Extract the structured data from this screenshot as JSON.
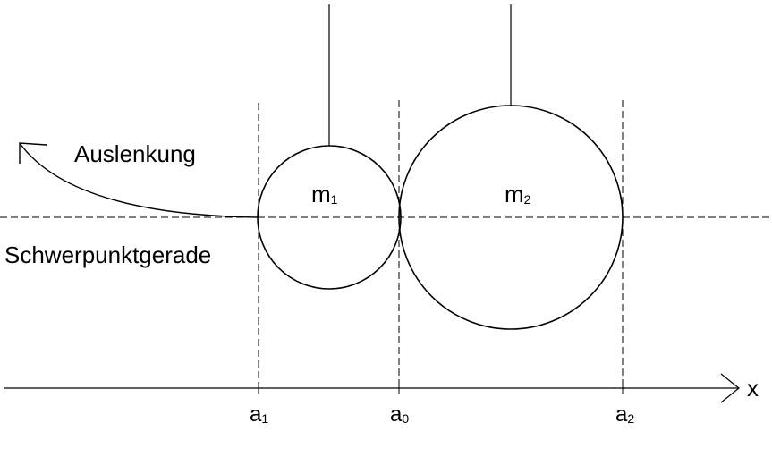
{
  "labels": {
    "deflection": "Auslenkung",
    "centerline": "Schwerpunktgerade",
    "axis": "x"
  },
  "masses": [
    {
      "symbol": "m",
      "index": "1"
    },
    {
      "symbol": "m",
      "index": "2"
    }
  ],
  "positions": [
    {
      "symbol": "a",
      "index": "1"
    },
    {
      "symbol": "a",
      "index": "0"
    },
    {
      "symbol": "a",
      "index": "2"
    }
  ],
  "colors": {
    "line": "#000000",
    "background": "#ffffff"
  }
}
